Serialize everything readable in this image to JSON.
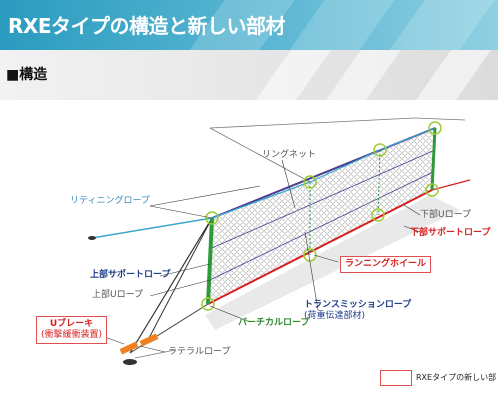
{
  "page": {
    "title": "RXEタイプの構造と新しい部材",
    "section": "■構造"
  },
  "labels": {
    "ring_net": "リングネット",
    "retaining_rope": "リティニングロープ",
    "upper_support_rope": "上部サポートロープ",
    "upper_u_rope": "上部Uロープ",
    "u_brake_line1": "Uブレーキ",
    "u_brake_line2": "(衝撃緩衝装置)",
    "lateral_rope": "ラテラルロープ",
    "vertical_rope": "バーチカルロープ",
    "transmission_rope_line1": "トランスミッションロープ",
    "transmission_rope_line2": "(荷重伝達部材)",
    "running_wheel": "ランニングホイール",
    "lower_u_rope": "下部Uロープ",
    "lower_support_rope": "下部サポートロープ"
  },
  "legend": {
    "text": "RXEタイプの新しい部材"
  },
  "colors": {
    "header": "#2a9bbf",
    "net_edge": "#4b3d8f",
    "support_rope": "#3aa6cc",
    "post": "#2e9a3a",
    "red_rope": "#d62020",
    "highlight_box": "#e05050",
    "wheel_marker": "#9acd32"
  }
}
